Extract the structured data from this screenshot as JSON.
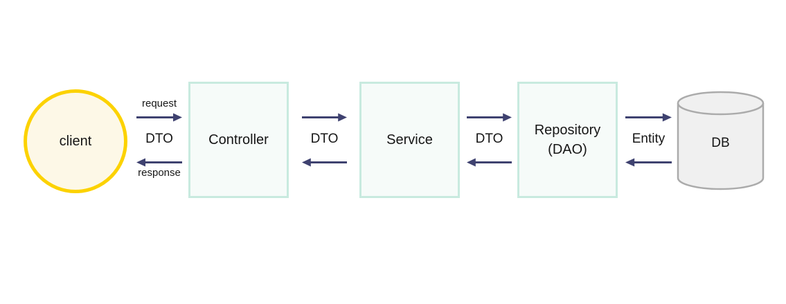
{
  "diagram": {
    "nodes": {
      "client": {
        "label": "client"
      },
      "controller": {
        "label": "Controller"
      },
      "service": {
        "label": "Service"
      },
      "repository": {
        "label_line1": "Repository",
        "label_line2": "(DAO)"
      },
      "db": {
        "label": "DB"
      }
    },
    "connectors": [
      {
        "top_label": "request",
        "mid_label": "DTO",
        "bottom_label": "response"
      },
      {
        "mid_label": "DTO"
      },
      {
        "mid_label": "DTO"
      },
      {
        "mid_label": "Entity"
      }
    ],
    "colors": {
      "background": "#FFFFFF",
      "text": "#161616",
      "client_border": "#FCD200",
      "client_fill": "#FDF8E7",
      "box_border": "#C8EADF",
      "box_fill": "#F6FBF9",
      "arrow": "#3F4270",
      "db_fill": "#F0F0F0",
      "db_border": "#ABABAB"
    }
  }
}
